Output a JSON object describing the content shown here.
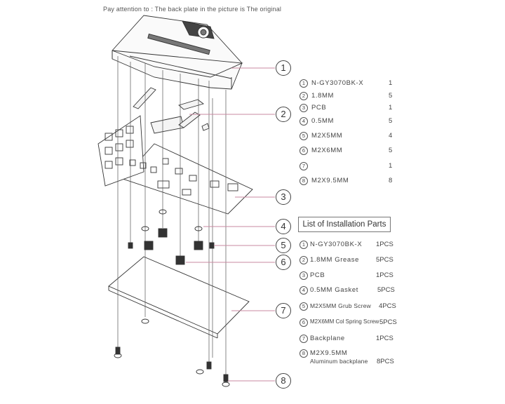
{
  "note": "Pay attention to : The back plate in the picture is The original",
  "callouts": [
    "1",
    "2",
    "3",
    "4",
    "5",
    "6",
    "7",
    "8"
  ],
  "parts_top": [
    {
      "num": "1",
      "name": "N-GY3070BK-X",
      "qty": "1"
    },
    {
      "num": "2",
      "name": "1.8MM",
      "qty": "5"
    },
    {
      "num": "3",
      "name": "PCB",
      "qty": "1"
    },
    {
      "num": "4",
      "name": "0.5MM",
      "qty": "5"
    },
    {
      "num": "5",
      "name": "M2X5MM",
      "qty": "4"
    },
    {
      "num": "6",
      "name": "M2X6MM",
      "qty": "5"
    },
    {
      "num": "7",
      "name": "",
      "qty": "1"
    },
    {
      "num": "8",
      "name": "M2X9.5MM",
      "qty": "8"
    }
  ],
  "list_title": "List of Installation Parts",
  "parts_bottom": [
    {
      "num": "1",
      "name": "N-GY3070BK-X",
      "qty": "1PCS"
    },
    {
      "num": "2",
      "name": "1.8MM Grease",
      "qty": "5PCS"
    },
    {
      "num": "3",
      "name": "PCB",
      "qty": "1PCS"
    },
    {
      "num": "4",
      "name": "0.5MM Gasket",
      "qty": "5PCS"
    },
    {
      "num": "5",
      "name": "M2X5MM Grub Screw",
      "qty": "4PCS"
    },
    {
      "num": "6",
      "name": "M2X6MM Col Spring Screw",
      "qty": "5PCS"
    },
    {
      "num": "7",
      "name": "Backplane",
      "qty": "1PCS"
    },
    {
      "num": "8",
      "name": "M2X9.5MM",
      "name2": "Aluminum backplane",
      "qty": "8PCS"
    }
  ]
}
